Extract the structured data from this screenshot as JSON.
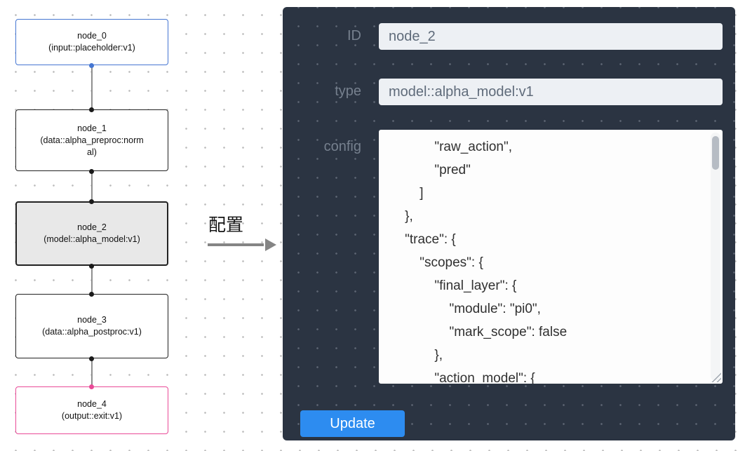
{
  "flow": {
    "nodes": [
      {
        "title": "node_0",
        "subtitle": "(input::placeholder:v1)",
        "kind": "input"
      },
      {
        "title": "node_1",
        "subtitle": "(data::alpha_preproc:normal)",
        "kind": "default"
      },
      {
        "title": "node_2",
        "subtitle": "(model::alpha_model:v1)",
        "kind": "selected"
      },
      {
        "title": "node_3",
        "subtitle": "(data::alpha_postproc:v1)",
        "kind": "default"
      },
      {
        "title": "node_4",
        "subtitle": "(output::exit:v1)",
        "kind": "output"
      }
    ]
  },
  "annotation": {
    "label": "配置"
  },
  "panel": {
    "id_label": "ID",
    "id_value": "node_2",
    "type_label": "type",
    "type_value": "model::alpha_model:v1",
    "config_label": "config",
    "config_value": "            \"raw_action\",\n            \"pred\"\n        ]\n    },\n    \"trace\": {\n        \"scopes\": {\n            \"final_layer\": {\n                \"module\": \"pi0\",\n                \"mark_scope\": false\n            },\n            \"action_model\": {",
    "update_label": "Update"
  },
  "colors": {
    "panel_bg": "#2b3442",
    "accent_blue": "#2d8cf0",
    "node_input_border": "#4576d2",
    "node_output_border": "#e94a97",
    "node_selected_bg": "#e8e8e8"
  }
}
